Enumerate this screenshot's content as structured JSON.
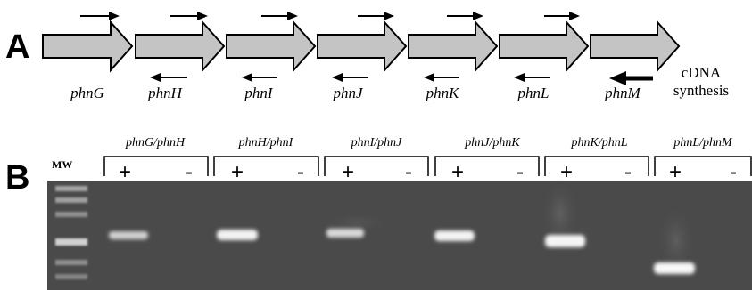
{
  "panel_a": {
    "letter": "A",
    "genes": [
      "phnG",
      "phnH",
      "phnI",
      "phnJ",
      "phnK",
      "phnL",
      "phnM"
    ],
    "cdna_line1": "cDNA",
    "cdna_line2": "synthesis"
  },
  "panel_b": {
    "letter": "B",
    "marker_label": "MW",
    "plus": "+",
    "minus": "-",
    "pairs": [
      "phnG/phnH",
      "phnH/phnI",
      "phnI/phnJ",
      "phnJ/phnK",
      "phnK/phnL",
      "phnL/phnM"
    ]
  },
  "colors": {
    "gene_fill": "#c4c4c4",
    "gel_background": "#4a4a4a",
    "band": "#f2f2f2"
  }
}
